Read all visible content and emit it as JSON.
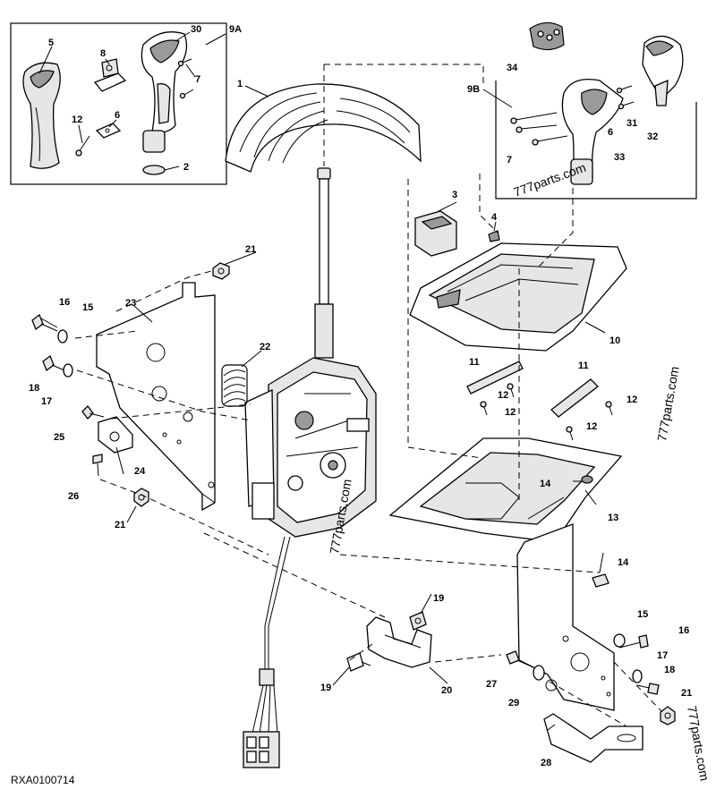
{
  "reference_code": "RXA0100714",
  "watermarks": [
    "777parts.com",
    "777parts.com",
    "777parts.com",
    "777parts.com"
  ],
  "callouts": {
    "c1": "1",
    "c2": "2",
    "c3": "3",
    "c4": "4",
    "c5": "5",
    "c6a": "6",
    "c6b": "6",
    "c7a": "7",
    "c7b": "7",
    "c8": "8",
    "c9A": "9A",
    "c9B": "9B",
    "c10": "10",
    "c11a": "11",
    "c11b": "11",
    "c12a": "12",
    "c12b": "12",
    "c12c": "12",
    "c12d": "12",
    "c12e": "12",
    "c13": "13",
    "c14a": "14",
    "c14b": "14",
    "c15a": "15",
    "c15b": "15",
    "c16a": "16",
    "c16b": "16",
    "c17a": "17",
    "c17b": "17",
    "c18a": "18",
    "c18b": "18",
    "c19a": "19",
    "c19b": "19",
    "c20": "20",
    "c21a": "21",
    "c21b": "21",
    "c21c": "21",
    "c22": "22",
    "c23": "23",
    "c24": "24",
    "c25": "25",
    "c26": "26",
    "c27": "27",
    "c28": "28",
    "c29": "29",
    "c30": "30",
    "c31": "31",
    "c32": "32",
    "c33": "33",
    "c34": "34"
  }
}
